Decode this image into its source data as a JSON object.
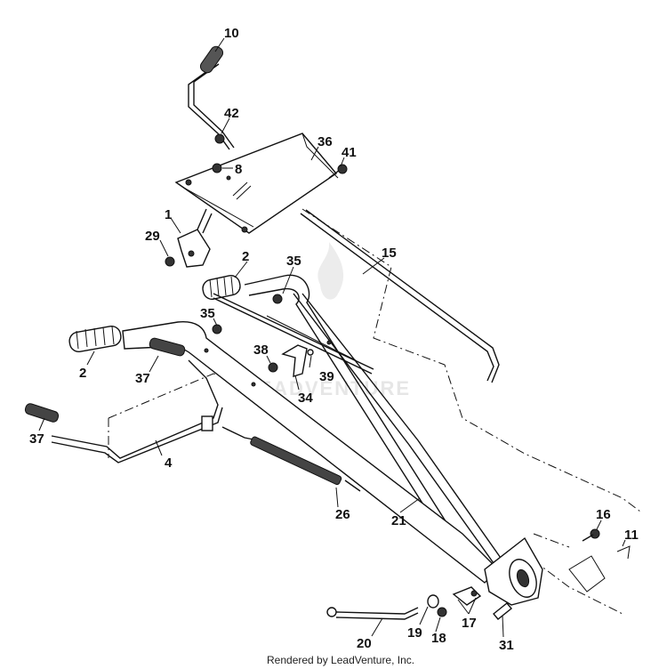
{
  "watermark": "LEADVENTURE",
  "footer": "Rendered by LeadVenture, Inc.",
  "callouts": {
    "c10": "10",
    "c42": "42",
    "c36": "36",
    "c41": "41",
    "c8": "8",
    "c1": "1",
    "c29": "29",
    "c2a": "2",
    "c35a": "35",
    "c15": "15",
    "c35b": "35",
    "c2b": "2",
    "c37a": "37",
    "c38": "38",
    "c39": "39",
    "c34": "34",
    "c37b": "37",
    "c4": "4",
    "c26": "26",
    "c21": "21",
    "c16": "16",
    "c11": "11",
    "c20": "20",
    "c19": "19",
    "c18": "18",
    "c17": "17",
    "c31": "31"
  }
}
